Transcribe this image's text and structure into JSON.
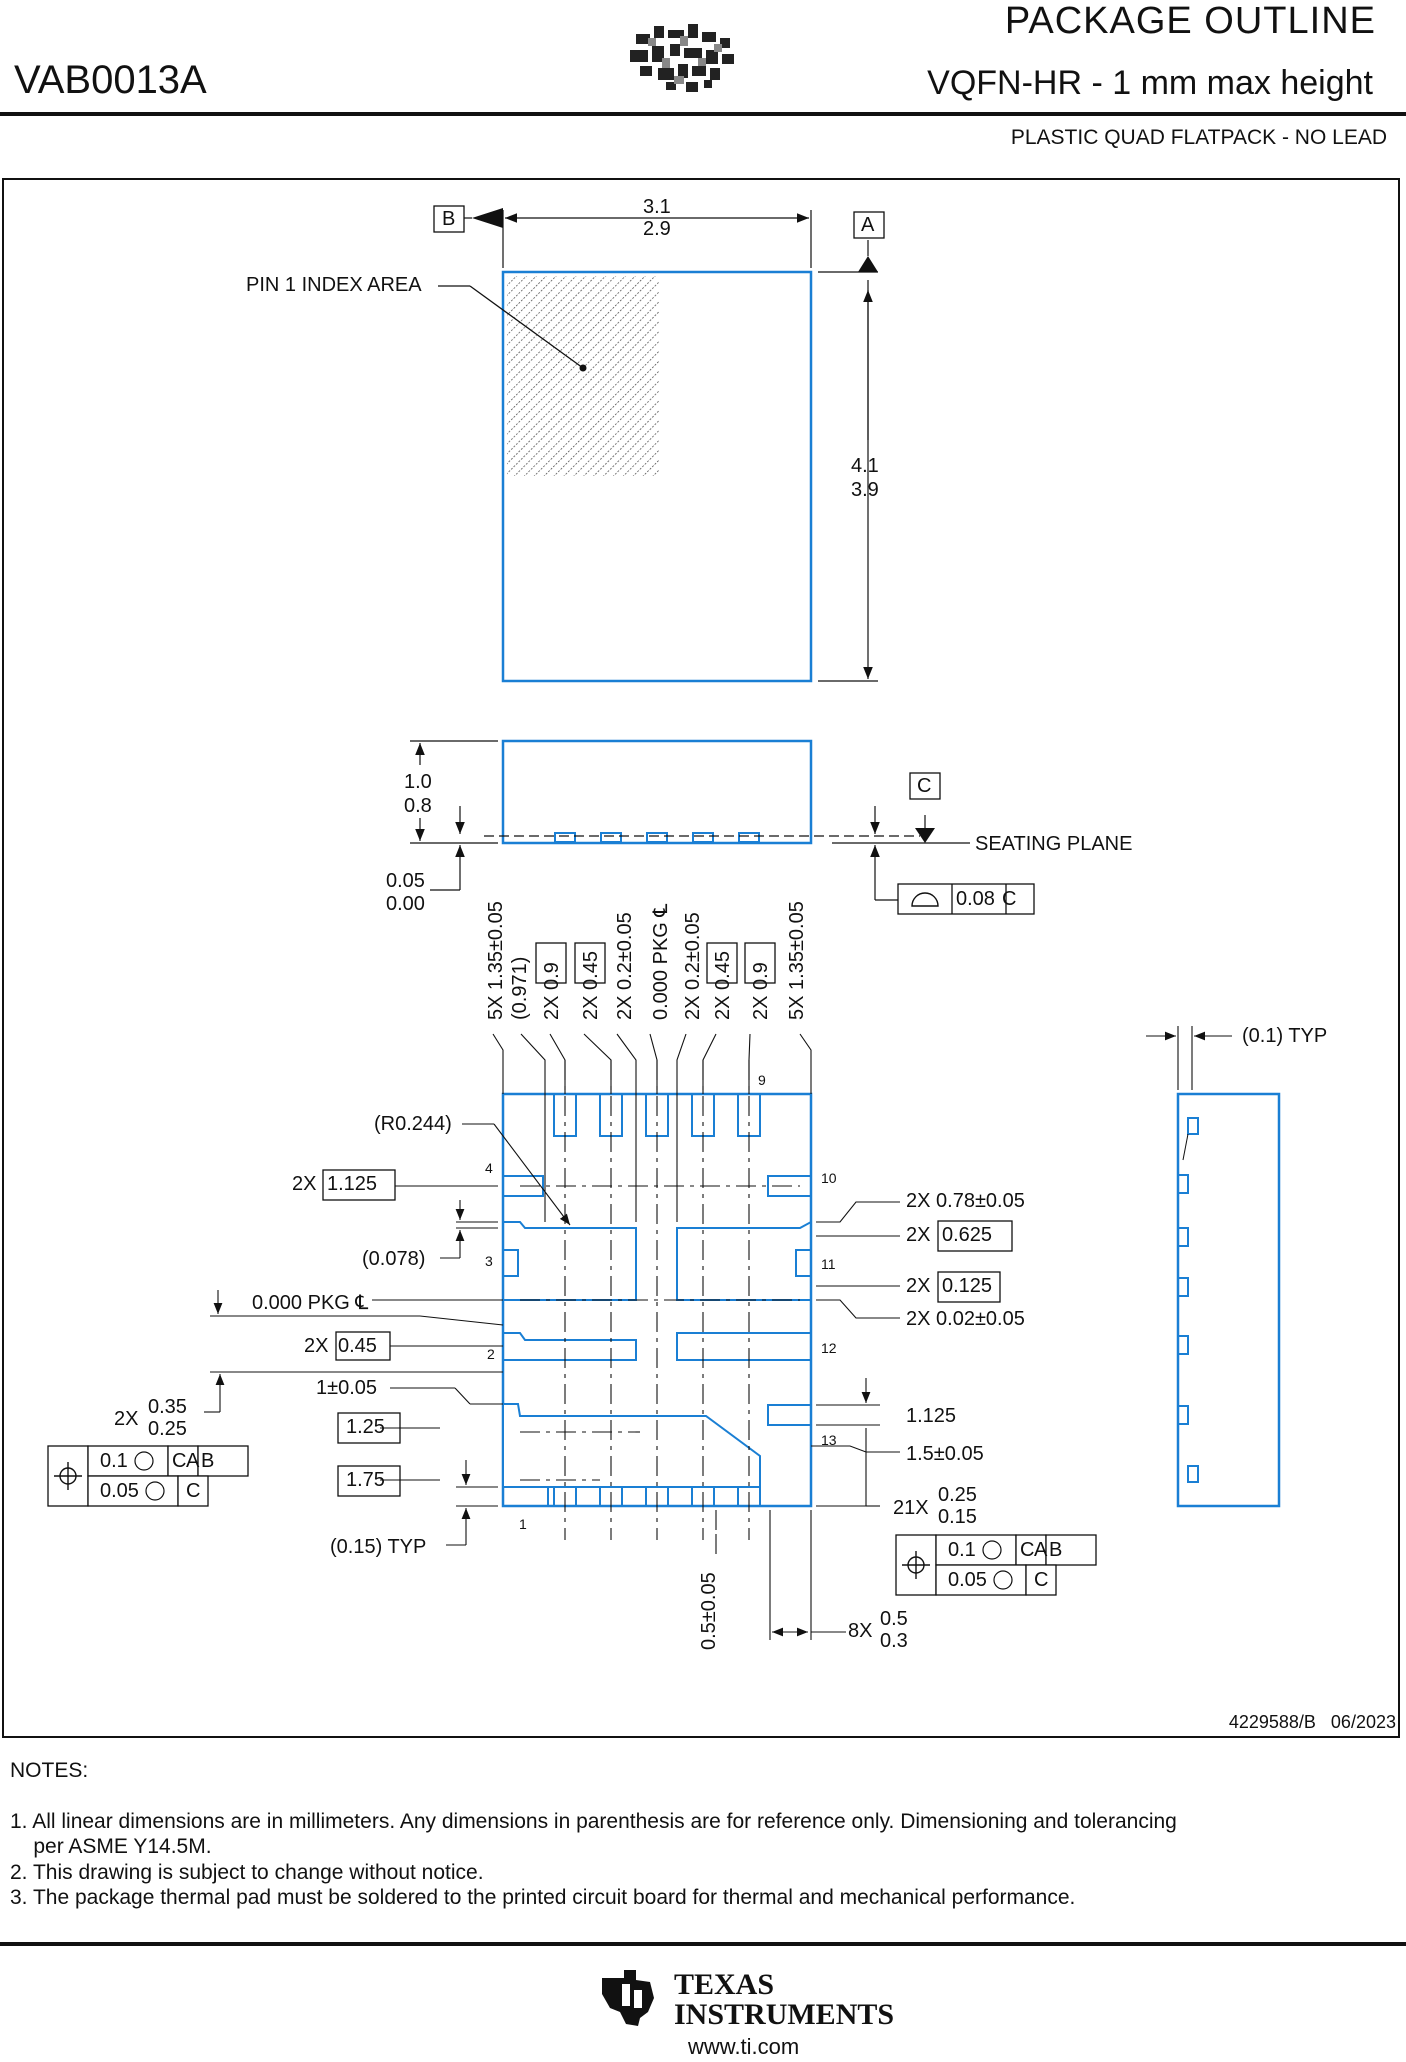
{
  "header": {
    "part_number": "VAB0013A",
    "title": "PACKAGE OUTLINE",
    "subtitle": "VQFN-HR - 1 mm max height",
    "description": "PLASTIC QUAD FLATPACK - NO LEAD"
  },
  "drawing": {
    "datums": {
      "a": "A",
      "b": "B",
      "c": "C"
    },
    "top_view": {
      "width_max": "3.1",
      "width_min": "2.9",
      "height_max": "4.1",
      "height_min": "3.9",
      "pin1_label": "PIN 1 INDEX AREA"
    },
    "side_view": {
      "height_max": "1.0",
      "height_min": "0.8",
      "standoff_max": "0.05",
      "standoff_min": "0.00",
      "seating_plane": "SEATING PLANE",
      "flatness_value": "0.08",
      "flatness_datum": "C"
    },
    "bottom_view": {
      "vertical_labels": [
        "5X 1.35±0.05",
        "(0.971)",
        "2X 0.9",
        "2X 0.45",
        "2X 0.2±0.05",
        "0.000 PKG ℄",
        "2X 0.2±0.05",
        "2X 0.45",
        "2X 0.9",
        "5X 1.35±0.05"
      ],
      "bottom_vertical_label": "0.5±0.05",
      "pin_numbers": [
        "1",
        "2",
        "3",
        "4",
        "9",
        "10",
        "11",
        "12",
        "13"
      ],
      "left_labels": {
        "r_radius": "(R0.244)",
        "dim_1125_prefix": "2X",
        "dim_1125": "1.125",
        "dim_0078": "(0.078)",
        "pkg_centerline": "0.000 PKG ℄",
        "dim_045_prefix": "2X",
        "dim_045": "0.45",
        "dim_1_tol": "1±0.05",
        "dim_2x": "2X",
        "dim_035": "0.35",
        "dim_025": "0.25",
        "dim_125": "1.25",
        "dim_175": "1.75",
        "typ_015": "(0.15) TYP"
      },
      "right_labels": {
        "dim_078_tol": "2X 0.78±0.05",
        "dim_0625_prefix": "2X",
        "dim_0625": "0.625",
        "dim_0125_prefix": "2X",
        "dim_0125": "0.125",
        "dim_002_tol": "2X 0.02±0.05",
        "dim_1125": "1.125",
        "dim_15_tol": "1.5±0.05",
        "dim_21x": "21X",
        "dim_025": "0.25",
        "dim_015": "0.15",
        "dim_8x": "8X",
        "dim_05": "0.5",
        "dim_03": "0.3",
        "typ_01": "(0.1) TYP"
      },
      "fcf_left": {
        "row1_value": "0.1",
        "row1_datum": "C",
        "row1_datum2": "A",
        "row1_datum3": "B",
        "row2_value": "0.05",
        "row2_datum": "C"
      },
      "fcf_right": {
        "row1_value": "0.1",
        "row1_datum": "C",
        "row1_datum2": "A",
        "row1_datum3": "B",
        "row2_value": "0.05",
        "row2_datum": "C"
      }
    },
    "drawing_number": "4229588/B",
    "drawing_date": "06/2023"
  },
  "notes": {
    "heading": "NOTES:",
    "items": [
      "1. All linear dimensions are in millimeters. Any dimensions in parenthesis are for reference only. Dimensioning and tolerancing",
      "    per ASME Y14.5M.",
      "2. This drawing is subject to change without notice.",
      "3. The package thermal pad must be soldered to the printed circuit board for thermal and mechanical performance."
    ]
  },
  "footer": {
    "company_line1": "TEXAS",
    "company_line2": "INSTRUMENTS",
    "website": "www.ti.com"
  },
  "colors": {
    "outline": "#1a7fd4",
    "ink": "#111111"
  }
}
